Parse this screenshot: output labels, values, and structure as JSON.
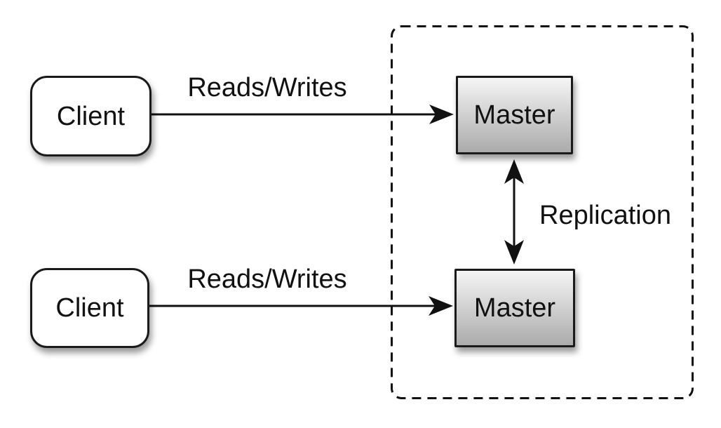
{
  "colors": {
    "line": "#111111",
    "box_border": "#1a1a1a",
    "client_fill": "#ffffff",
    "master_fill_top": "#f5f5f5",
    "master_fill_bottom": "#ababab",
    "text": "#111111",
    "background": "#ffffff"
  },
  "nodes": {
    "client_top": {
      "label": "Client"
    },
    "client_bottom": {
      "label": "Client"
    },
    "master_top": {
      "label": "Master"
    },
    "master_bottom": {
      "label": "Master"
    }
  },
  "edges": {
    "reads_writes_top": {
      "label": "Reads/Writes",
      "from": "client_top",
      "to": "master_top",
      "direction": "right"
    },
    "reads_writes_bottom": {
      "label": "Reads/Writes",
      "from": "client_bottom",
      "to": "master_bottom",
      "direction": "right"
    },
    "replication": {
      "label": "Replication",
      "from": "master_top",
      "to": "master_bottom",
      "direction": "both"
    }
  },
  "groups": {
    "master_cluster": {
      "border_style": "dashed",
      "contains": [
        "master_top",
        "master_bottom"
      ]
    }
  }
}
